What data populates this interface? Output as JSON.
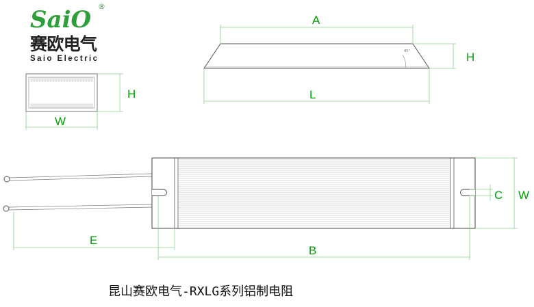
{
  "brand": {
    "script_name": "SaiO",
    "registered_mark": "®",
    "chinese_name": "赛欧电气",
    "english_name": "Saio Electric",
    "color": "#2e9e3b"
  },
  "dimensions": {
    "a": "A",
    "h_side": "H",
    "l": "L",
    "h_end": "H",
    "w_end": "W",
    "c": "C",
    "w_top": "W",
    "e": "E",
    "b": "B",
    "angle_mark": "45°"
  },
  "caption": "昆山赛欧电气-RXLG系列铝制电阻",
  "colors": {
    "dimension_line": "#8ad18a",
    "dimension_text": "#00a000",
    "outline": "#333333"
  }
}
